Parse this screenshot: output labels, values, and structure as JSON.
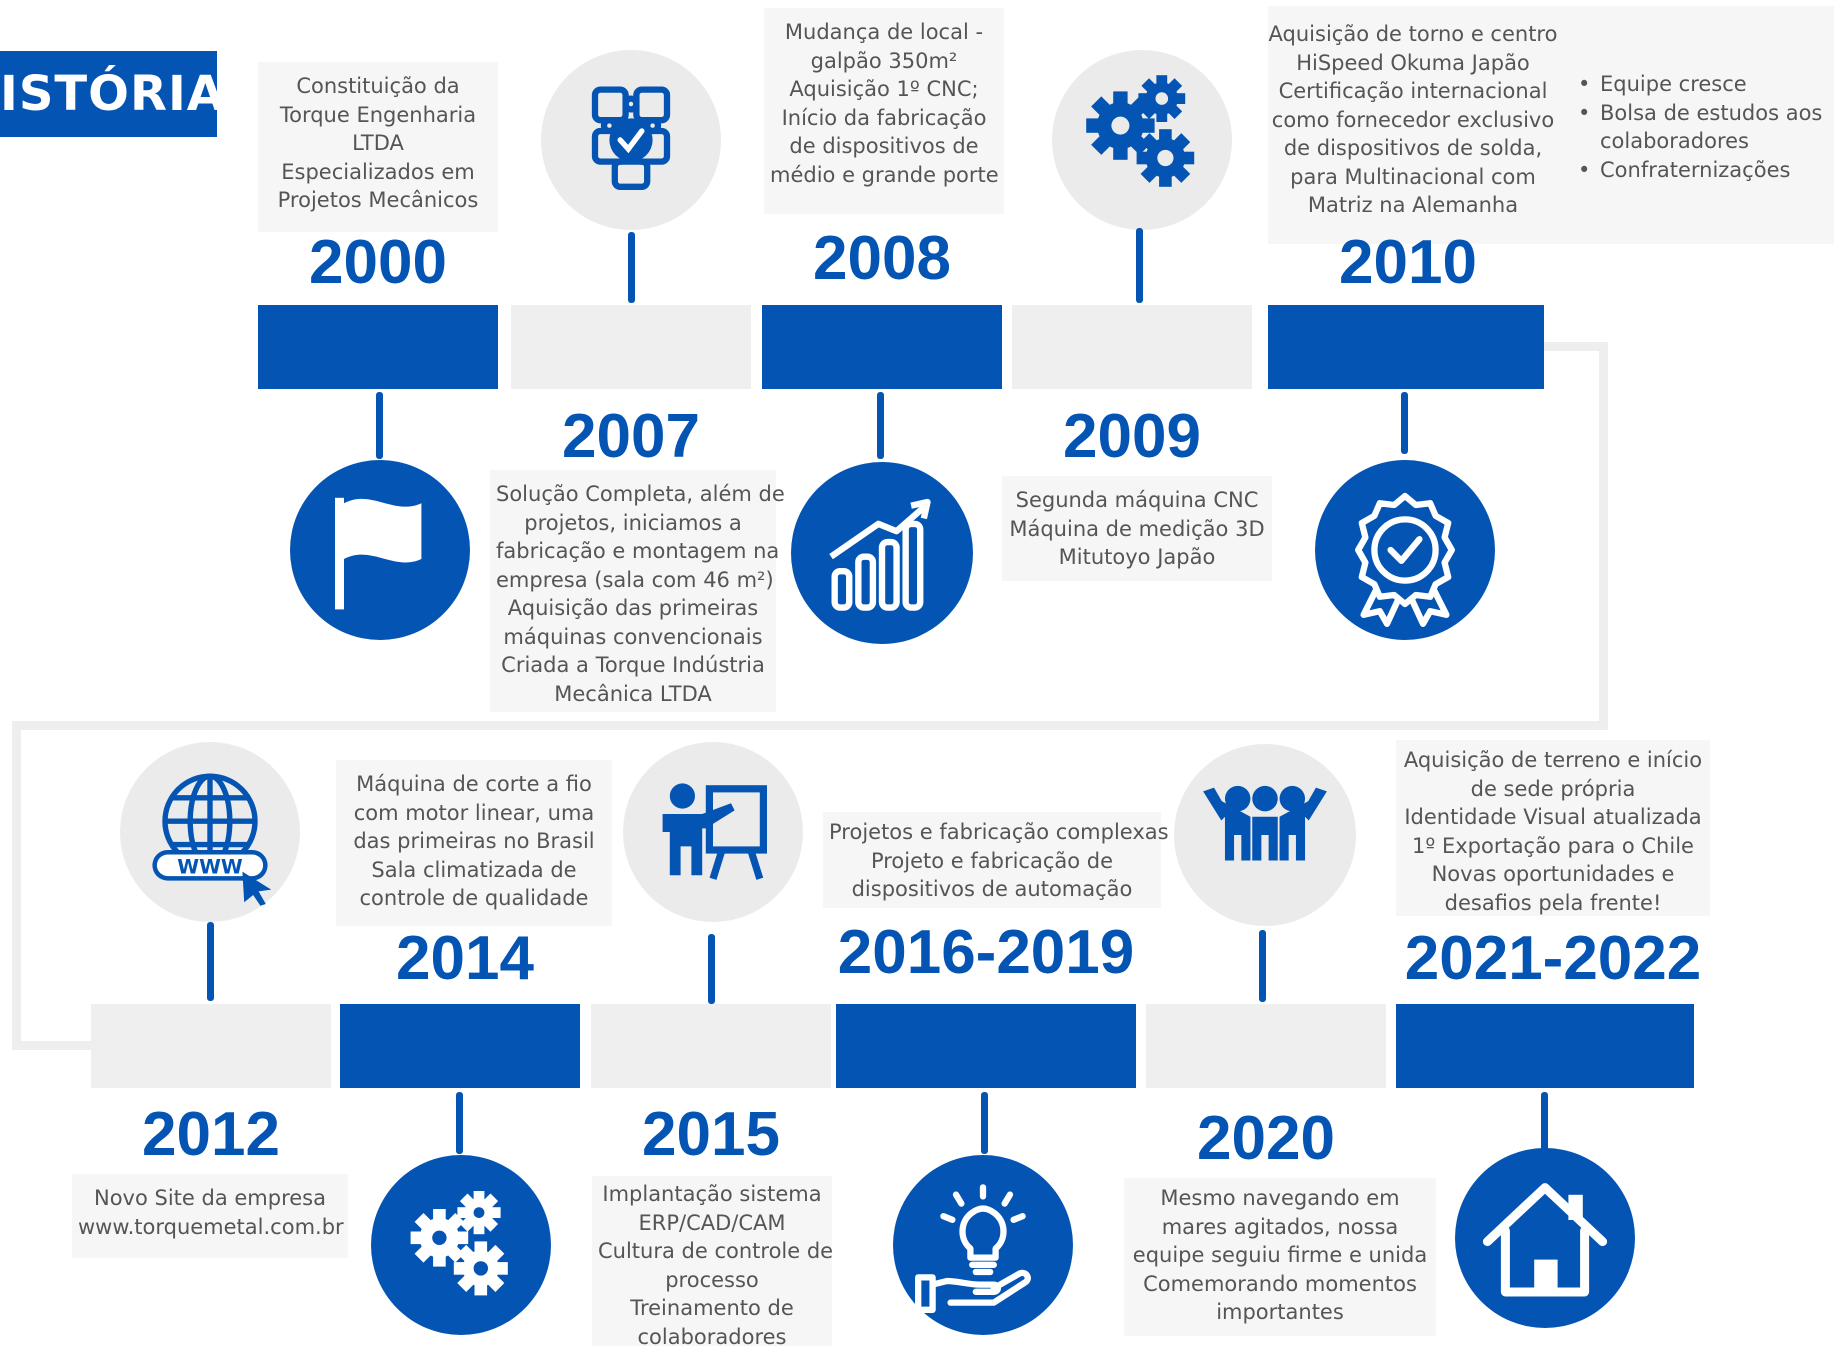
{
  "title": "ISTÓRIA",
  "colors": {
    "brand_blue": "#0454b3",
    "light_gray": "#efefef",
    "text_gray": "#555555"
  },
  "events": {
    "e2000": {
      "year": "2000",
      "icon": "flag-icon",
      "lines": [
        "Constituição da",
        "Torque Engenharia",
        "LTDA",
        "Especializados em",
        "Projetos Mecânicos"
      ]
    },
    "e2007": {
      "year": "2007",
      "icon": "puzzle-check-icon",
      "lines": [
        "Solução Completa, além de",
        "projetos, iniciamos a",
        "fabricação e montagem na",
        "empresa (sala com 46 m²)",
        "Aquisição das primeiras",
        "máquinas convencionais",
        "Criada a Torque Indústria",
        "Mecânica LTDA"
      ]
    },
    "e2008": {
      "year": "2008",
      "icon": "growth-chart-icon",
      "lines": [
        "Mudança de local -",
        "galpão 350m²",
        "Aquisição 1º CNC;",
        "Início da fabricação",
        "de dispositivos de",
        "médio e grande porte"
      ]
    },
    "e2009": {
      "year": "2009",
      "icon": "gears-icon",
      "lines": [
        "Segunda máquina CNC",
        "Máquina de medição 3D",
        "Mitutoyo Japão"
      ]
    },
    "e2010": {
      "year": "2010",
      "icon": "award-badge-icon",
      "lines": [
        "Aquisição de torno e centro",
        "HiSpeed Okuma Japão",
        "Certificação internacional",
        "como fornecedor exclusivo",
        "de dispositivos de solda,",
        "para Multinacional com",
        "Matriz na Alemanha"
      ],
      "bullets": [
        "Equipe cresce",
        "Bolsa de estudos aos",
        "colaboradores",
        "Confraternizações"
      ]
    },
    "e2012": {
      "year": "2012",
      "icon": "www-globe-icon",
      "lines": [
        "Novo Site da empresa",
        "www.torquemetal.com.br"
      ]
    },
    "e2014": {
      "year": "2014",
      "icon": "gears-icon",
      "lines": [
        "Máquina de corte a fio",
        "com motor linear, uma",
        "das primeiras no Brasil",
        "Sala climatizada de",
        "controle de qualidade"
      ]
    },
    "e2015": {
      "year": "2015",
      "icon": "presentation-teacher-icon",
      "lines": [
        "Implantação sistema",
        "ERP/CAD/CAM",
        "Cultura de controle de",
        "processo",
        "Treinamento de",
        "colaboradores"
      ]
    },
    "e2016": {
      "year": "2016-2019",
      "icon": "lightbulb-hand-icon",
      "lines": [
        "Projetos e fabricação complexas",
        "Projeto e fabricação de",
        "dispositivos de automação"
      ]
    },
    "e2020": {
      "year": "2020",
      "icon": "team-people-icon",
      "lines": [
        "Mesmo navegando em",
        "mares agitados, nossa",
        "equipe seguiu firme e unida",
        "Comemorando momentos",
        "importantes"
      ]
    },
    "e2021": {
      "year": "2021-2022",
      "icon": "home-icon",
      "lines": [
        "Aquisição de terreno e início",
        "de sede própria",
        "Identidade Visual atualizada",
        "1º Exportação para o Chile",
        "Novas oportunidades e",
        "desafios pela frente!"
      ]
    }
  }
}
